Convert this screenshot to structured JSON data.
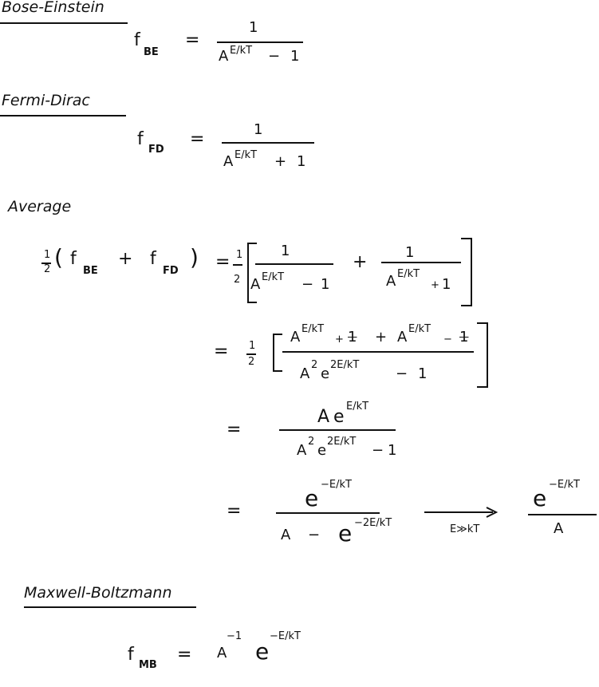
{
  "sections": {
    "bose": "Bose-Einstein",
    "fermi": "Fermi-Dirac",
    "average": "Average",
    "maxwell": "Maxwell-Boltzmann"
  },
  "symbols": {
    "f": "f",
    "BE": "BE",
    "FD": "FD",
    "MB": "MB",
    "eq": "=",
    "plus": "+",
    "minus": "−",
    "one": "1",
    "two": "2",
    "A": "A",
    "A2": "2",
    "e": "e",
    "exp": "E/kT",
    "exp2": "2E/kT",
    "neg_exp": "−E/kT",
    "neg_exp2": "−2E/kT",
    "inv": "−1",
    "lparen": "(",
    "rparen": ")",
    "arrow_label": "E≫kT"
  }
}
